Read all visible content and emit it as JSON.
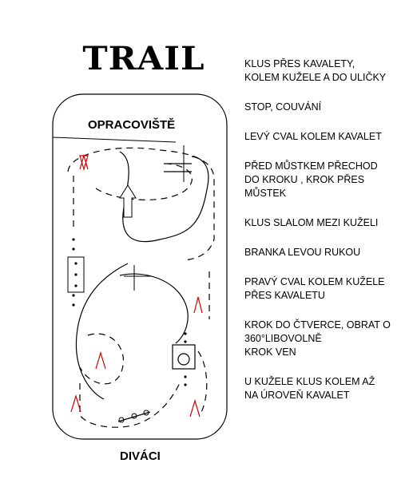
{
  "title": "TRAIL",
  "labels": {
    "warmup": "OPRACOVIŠTĚ",
    "spectators": "DIVÁCI"
  },
  "steps": [
    "KLUS PŘES KAVALETY,\nKOLEM KUŽELE A DO ULIČKY",
    "STOP, COUVÁNÍ",
    "LEVÝ CVAL KOLEM KAVALET",
    "PŘED MŮSTKEM PŘECHOD\nDO KROKU , KROK PŘES\nMŮSTEK",
    "KLUS SLALOM MEZI KUŽELI",
    "BRANKA LEVOU RUKOU",
    "PRAVÝ CVAL KOLEM KUŽELE\nPŘES KAVALETU",
    "KROK DO ČTVERCE, OBRAT O\n360°LIBOVOLNĚ\nKROK VEN",
    "U KUŽELE KLUS KOLEM AŽ\nNA ÚROVEŇ KAVALET"
  ],
  "colors": {
    "line": "#000000",
    "cone": "#cc0000"
  }
}
